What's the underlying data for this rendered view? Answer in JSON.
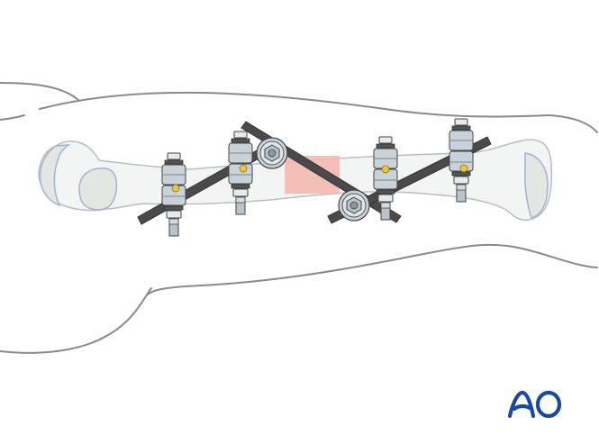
{
  "illustration": {
    "subject": "External fixator applied to femoral shaft fracture (modular frame, two tube-to-tube clamps)",
    "colors": {
      "background": "#ffffff",
      "skin_outline": "#8a8a8a",
      "bone_fill": "#f3f4f4",
      "bone_outline": "#b9bec0",
      "cartilage_fill": "#e4e6e2",
      "cartilage_rim": "#9fb3d6",
      "fracture_zone": "#f4b9b1",
      "rod": "#4a4a4c",
      "clamp": "#c9d2d8",
      "pin_highlight": "#e8c53a",
      "logo": "#1a4a9c"
    },
    "parts": {
      "rods": 3,
      "pin_clamps": 4,
      "tube_to_tube_clamps": 2
    }
  },
  "logo": {
    "text": "AO",
    "color": "#1a4a9c"
  }
}
